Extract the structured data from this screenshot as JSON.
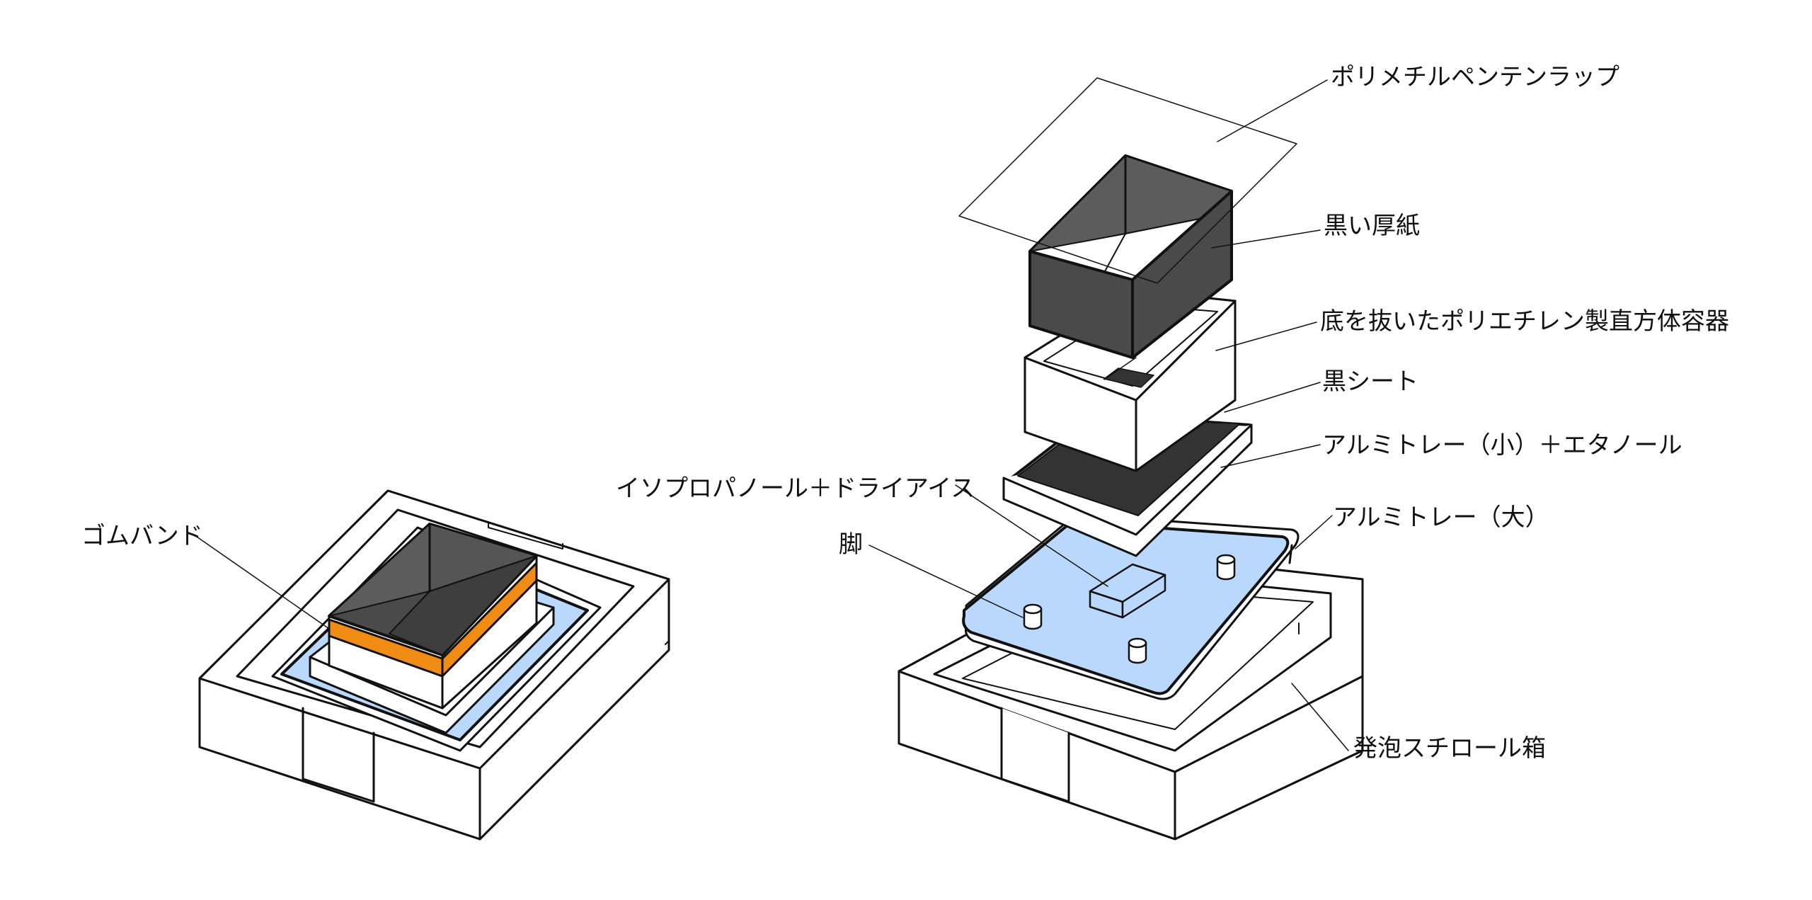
{
  "labels": {
    "wrap": "ポリメチルペンテンラップ",
    "black_cardboard": "黒い厚紙",
    "pe_container": "底を抜いたポリエチレン製直方体容器",
    "black_sheet": "黒シート",
    "small_tray": "アルミトレー（小）＋エタノール",
    "large_tray": "アルミトレー（大）",
    "ipa_dry_ice": "イソプロパノール＋ドライアイス",
    "legs": "脚",
    "styrofoam_box": "発泡スチロール箱",
    "rubber_band": "ゴムバンド"
  },
  "colors": {
    "line": "#111111",
    "black_card_face": "#4a4a4a",
    "black_card_face_light": "#5c5c5c",
    "black_sheet": "#333333",
    "liquid": "#b9d8fb",
    "rubber_band": "#f08c14",
    "white": "#ffffff"
  }
}
